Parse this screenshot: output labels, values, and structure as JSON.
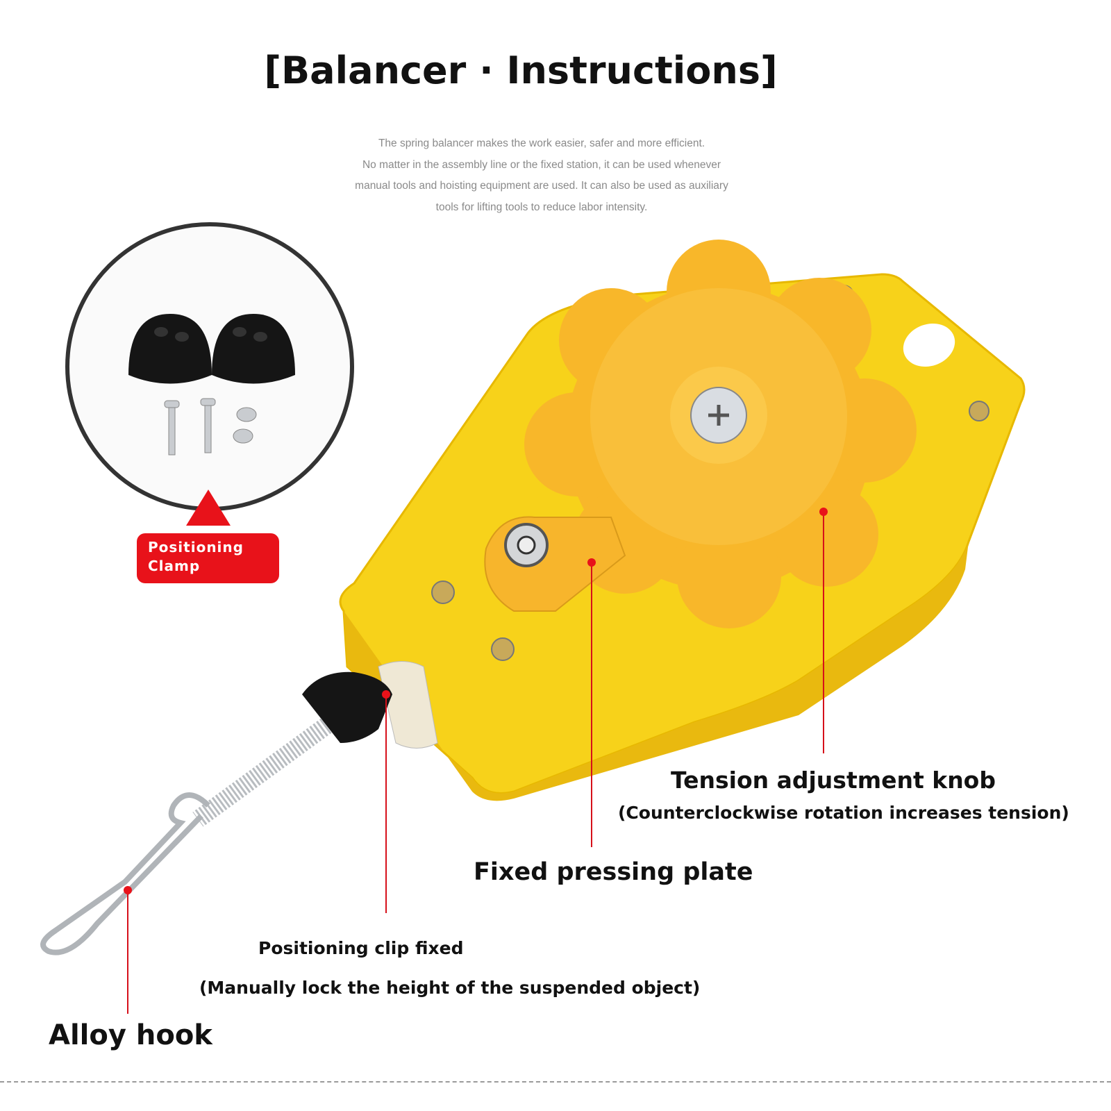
{
  "title": "[Balancer · Instructions]",
  "intro": {
    "lines": [
      "The spring balancer makes the work easier, safer and more efficient.",
      "No matter in the assembly line or the fixed station, it can be used whenever",
      "manual tools and hoisting equipment are used. It can also be used as auxiliary",
      "tools for lifting tools to reduce labor intensity."
    ]
  },
  "inset": {
    "label_line1": "Positioning",
    "label_line2": "Clamp"
  },
  "callouts": {
    "tension_title": "Tension adjustment knob",
    "tension_note": "(Counterclockwise rotation increases tension)",
    "plate": "Fixed pressing plate",
    "clip_title": "Positioning clip fixed",
    "clip_note": "(Manually lock the height of the suspended object)",
    "hook": "Alloy hook"
  },
  "colors": {
    "accent_red": "#e8121a",
    "body_yellow": "#f7d21a",
    "knob_orange": "#f8b72a"
  }
}
